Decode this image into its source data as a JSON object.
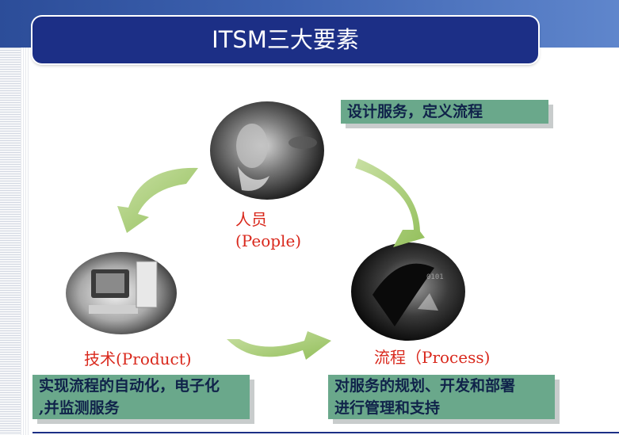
{
  "title": "ITSM三大要素",
  "nodes": {
    "people": {
      "label_line1": "人员",
      "label_line2": "(People)"
    },
    "process": {
      "label": "流程（Process)"
    },
    "product": {
      "label": "技术(Product)"
    }
  },
  "captions": {
    "people": {
      "text": "设计服务，定义流程"
    },
    "product": {
      "line1": "实现流程的自动化，电子化",
      "line2": ",并监测服务"
    },
    "process": {
      "line1": "对服务的规划、开发和部署",
      "line2": "进行管理和支持"
    }
  },
  "colors": {
    "title_bg": "#1c2f86",
    "caption_bg": "#6aa88b",
    "label": "#d9281c",
    "arrow": "#a9cc72"
  },
  "icons": [
    "person-photo-icon",
    "code-figure-photo-icon",
    "computer-photo-icon",
    "cycle-arrow-icon"
  ]
}
